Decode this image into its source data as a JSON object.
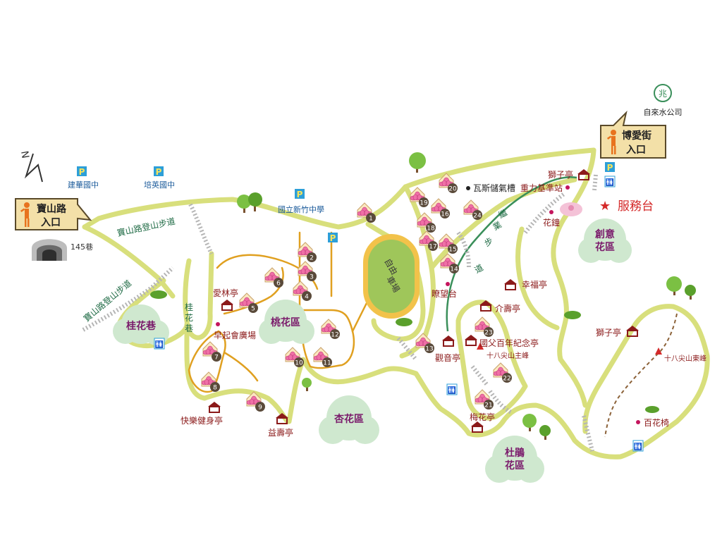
{
  "colors": {
    "main_path": "#d8df7c",
    "trail": "#e0a020",
    "dashed_trail": "#8c6239",
    "green_route": "#3a8f5a",
    "pavilion_red": "#8b1a1a",
    "route_label": "#1f6b45",
    "service_red": "#d42a2a",
    "zone_text": "#7a1a6b",
    "parking_blue": "#2d9fd8",
    "park_green": "#cfe8cf",
    "sign_bg": "#f3e0a8"
  },
  "entrances": {
    "baoshan": [
      "寶山路",
      "入口"
    ],
    "boai": [
      "博愛街",
      "入口"
    ]
  },
  "north_symbol": "N",
  "tunnel_label": "145巷",
  "water_company": {
    "logo_text": "兆",
    "label": "自來水公司"
  },
  "parking": {
    "icon": "P",
    "labels": [
      "建華國中",
      "培英國中",
      "國立新竹中學"
    ]
  },
  "routes": {
    "baoshan_trail_top": "寶山路登山步道",
    "baoshan_trail_left": "寶山路登山步道",
    "guihua_lane": [
      "桂",
      "花",
      "巷"
    ],
    "xuesha": [
      "繼",
      "業",
      "步",
      "道"
    ]
  },
  "track": [
    "自由",
    "車場"
  ],
  "zones": {
    "guihua": "桂花巷",
    "taohua": "桃花區",
    "xinghua": "杏花區",
    "chuangyi": [
      "創意",
      "花區"
    ],
    "dujuan": [
      "杜鵑",
      "花區"
    ]
  },
  "pavilions": {
    "ailin": "愛林亭",
    "kuaile": "快樂健身亭",
    "yishou": "益壽亭",
    "xingfu": "幸福亭",
    "jieshou": "介壽亭",
    "guoyu": "國父百年紀念亭",
    "guanyin": "觀音亭",
    "meihua": "梅花亭",
    "shizi_top": "獅子亭",
    "shizi_right": "獅子亭"
  },
  "points": {
    "zaoqi": "早起會廣場",
    "wasi": "瓦斯儲氣槽",
    "zhongli": "重力基準站",
    "huazhong": "花鐘",
    "tiaowang": "瞭望台",
    "baihua": "百花椅"
  },
  "peaks": {
    "main": "十八尖山主峰",
    "east": "十八尖山東峰"
  },
  "service": {
    "star": "★",
    "label": "服務台"
  },
  "restroom_icon": "🚻",
  "lotus_numbers": [
    "1",
    "2",
    "3",
    "4",
    "5",
    "6",
    "7",
    "8",
    "9",
    "10",
    "11",
    "12",
    "13",
    "14",
    "15",
    "16",
    "17",
    "18",
    "19",
    "20",
    "21",
    "22",
    "23",
    "24"
  ]
}
